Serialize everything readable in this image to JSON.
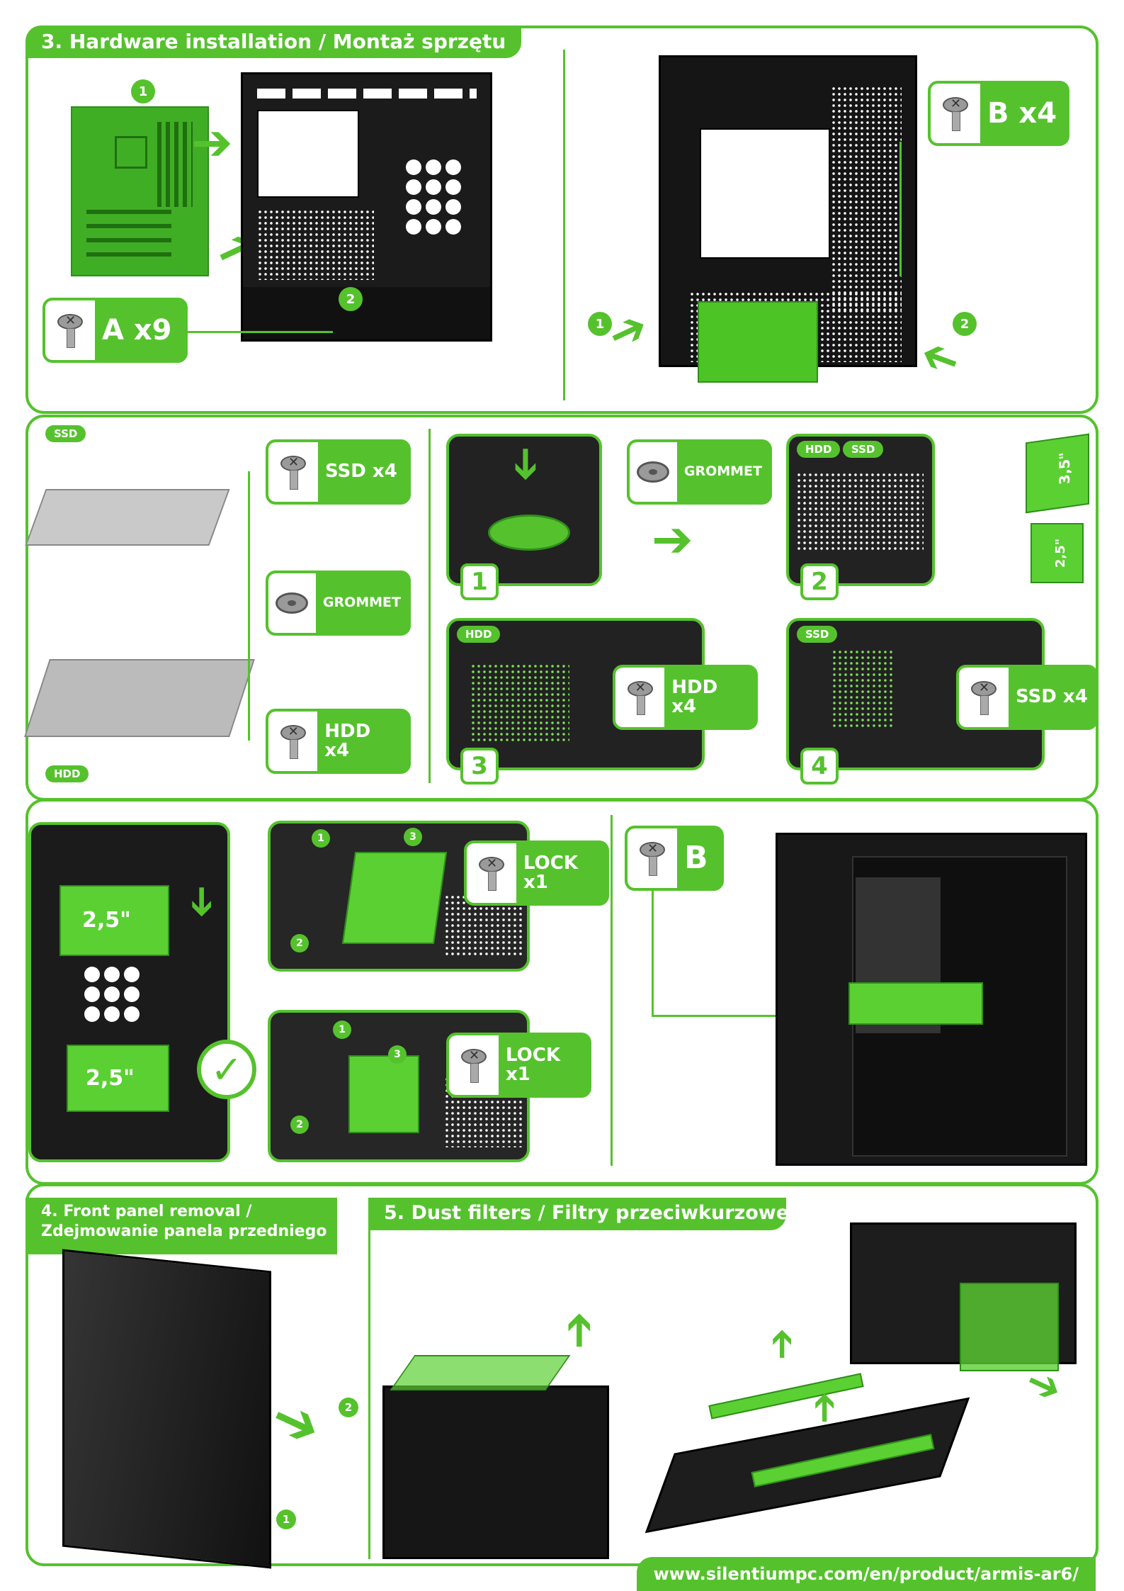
{
  "sections": {
    "hardware": {
      "title": "3. Hardware installation / Montaż sprzętu"
    },
    "front": {
      "title_line1": "4. Front panel removal /",
      "title_line2": "Zdejmowanie panela przedniego"
    },
    "dust": {
      "title": "5. Dust filters / Filtry przeciwkurzowe"
    }
  },
  "labels": {
    "a_x9": "A x9",
    "b_x4": "B x4",
    "ssd_x4": "SSD x4",
    "hdd_x4": "HDD x4",
    "grommet": "GROMMET",
    "lock_x1": "LOCK\nx1",
    "b": "B"
  },
  "tags": {
    "ssd": "SSD",
    "hdd": "HDD",
    "size_35": "3,5\"",
    "size_25": "2,5\""
  },
  "steps": [
    "1",
    "2",
    "3",
    "4"
  ],
  "markers": [
    "1",
    "2",
    "3"
  ],
  "drive_bay_label": "2,5\"",
  "footer_url": "www.silentiumpc.com/en/product/armis-ar6/",
  "colors": {
    "accent": "#55c22d",
    "case": "#1b1b1b"
  }
}
